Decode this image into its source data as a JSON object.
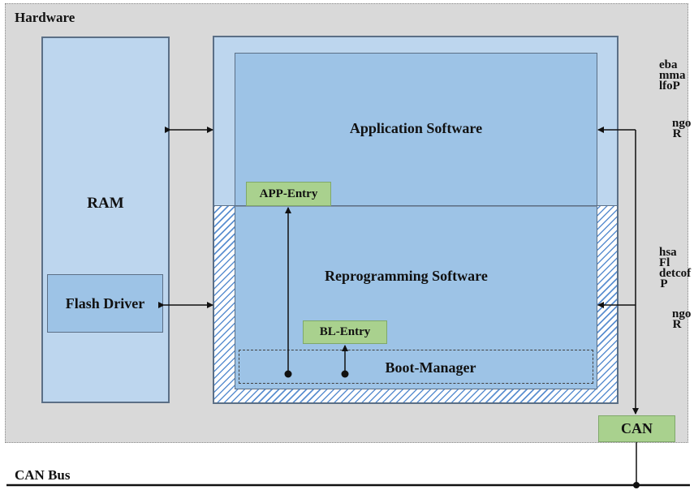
{
  "hardware_label": "Hardware",
  "ram_label": "RAM",
  "flash_driver_label": "Flash Driver",
  "application_software_label": "Application Software",
  "reprogramming_software_label": "Reprogramming Software",
  "app_entry_label": "APP-Entry",
  "bl_entry_label": "BL-Entry",
  "boot_manager_label": "Boot-Manager",
  "can_label": "CAN",
  "can_bus_label": "CAN Bus",
  "right_label_top": {
    "col1": "eba\nmma\nlfoP",
    "col2": "ngo\nR"
  },
  "right_label_bottom": {
    "col1": "hsa\nFl\ndetcof\nP",
    "col2": "ngo\nR"
  },
  "colors": {
    "hardware_bg": "#d9d9d9",
    "ram_bg": "#bdd6ee",
    "inner_bg": "#9dc3e6",
    "entry_green": "#a9d18e",
    "hatch": "#5b8fd0"
  }
}
